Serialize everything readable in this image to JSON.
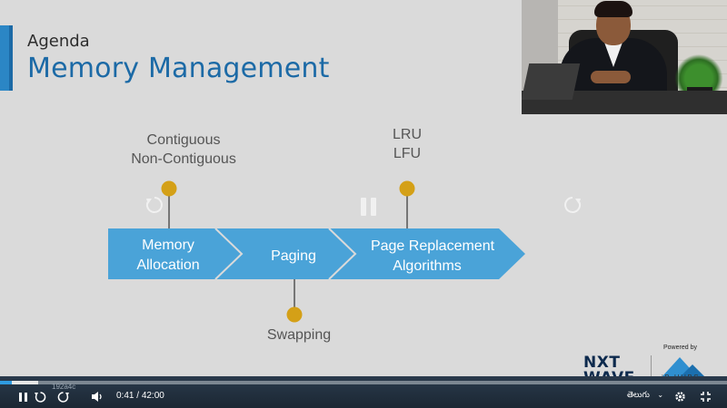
{
  "slide": {
    "section_label": "Agenda",
    "title": "Memory Management",
    "colors": {
      "accent": "#1c6aa6",
      "arrow": "#4aa3d8",
      "node": "#d4a017"
    }
  },
  "diagram": {
    "steps": [
      {
        "lines": [
          "Memory",
          "Allocation"
        ]
      },
      {
        "lines": [
          "Paging"
        ]
      },
      {
        "lines": [
          "Page Replacement",
          "Algorithms"
        ]
      }
    ],
    "notes": {
      "allocation": [
        "Contiguous",
        "Non-Contiguous"
      ],
      "paging": [
        "Swapping"
      ],
      "replacement": [
        "LRU",
        "LFU"
      ]
    }
  },
  "branding": {
    "nxtwave_line1": "NXT",
    "nxtwave_line2": "WAVE",
    "powered_by": "Powered by",
    "partner": "iB HUBS"
  },
  "player": {
    "video_id": "192a4c",
    "current_time": "0:41",
    "duration": "42:00",
    "time_separator": "/",
    "language": "తెలుగు",
    "progress_fraction": 0.016,
    "buffer_fraction": 0.052,
    "icons": {
      "play_pause": "pause-icon",
      "rewind": "rewind-10-icon",
      "forward": "forward-10-icon",
      "volume": "volume-icon",
      "settings": "gear-icon",
      "fullscreen": "exit-fullscreen-icon"
    }
  }
}
